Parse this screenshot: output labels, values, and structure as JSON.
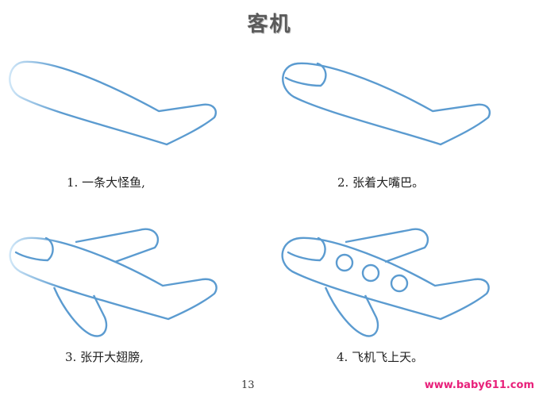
{
  "title": "客机",
  "colors": {
    "stroke": "#5b9bd0",
    "watermark": "#e8207a"
  },
  "steps": [
    {
      "caption": "1. 一条大怪鱼,"
    },
    {
      "caption": "2. 张着大嘴巴。"
    },
    {
      "caption": "3. 张开大翅膀,"
    },
    {
      "caption": "4. 飞机飞上天。"
    }
  ],
  "page_number": "13",
  "watermark": "www.baby611.com"
}
